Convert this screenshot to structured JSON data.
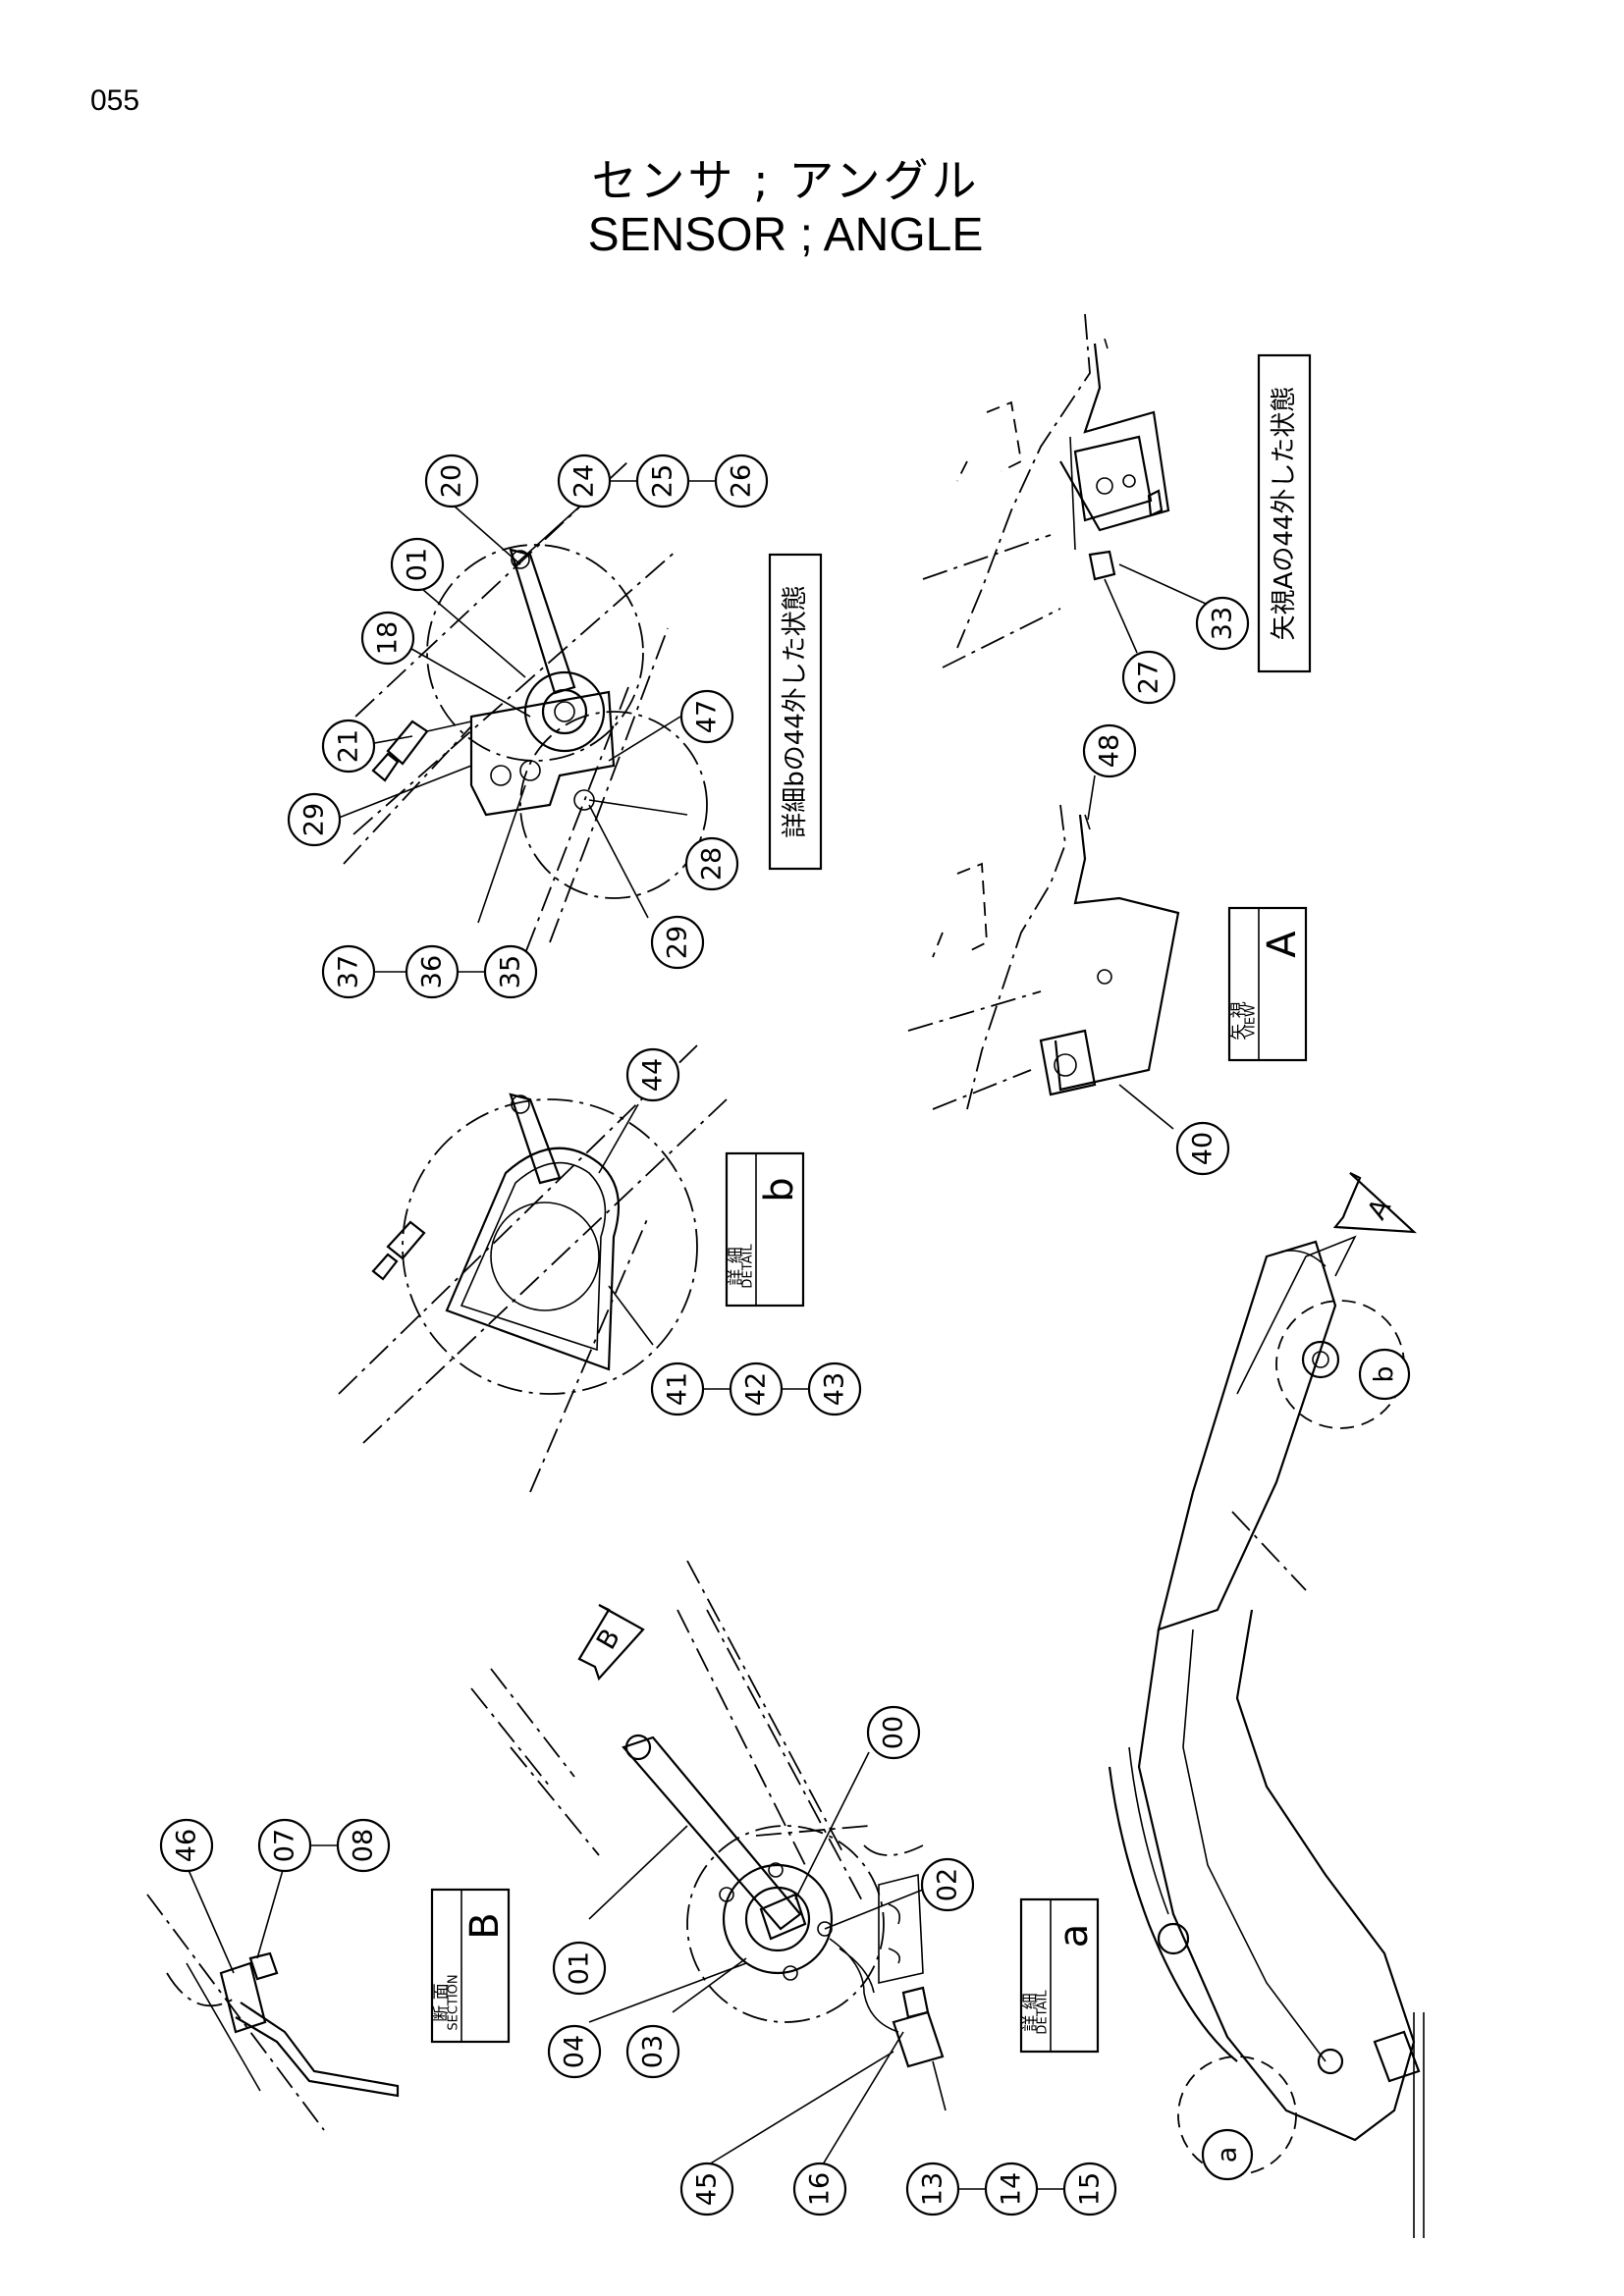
{
  "page_number": "055",
  "title_jp": "センサ ; アングル",
  "title_en": "SENSOR ; ANGLE",
  "callouts": [
    "20",
    "24",
    "25",
    "26",
    "01",
    "18",
    "47",
    "21",
    "29",
    "28",
    "29",
    "37",
    "36",
    "35",
    "33",
    "27",
    "48",
    "40",
    "44",
    "41",
    "42",
    "43",
    "00",
    "02",
    "01",
    "03",
    "04",
    "45",
    "16",
    "13",
    "14",
    "15",
    "46",
    "07",
    "08"
  ],
  "labels": {
    "detail_b_state": "詳細bの44外した状態",
    "view_a_state": "矢視Aの44外した状態",
    "view_a_jp": "矢 視",
    "view_a_en": "VIEW",
    "view_a_letter": "A",
    "detail_b_jp": "詳 細",
    "detail_b_en": "DETAIL",
    "detail_b_letter": "b",
    "section_b_jp": "断 面",
    "section_b_en": "SECTION",
    "section_b_letter": "B",
    "detail_a_jp": "詳 細",
    "detail_a_en": "DETAIL",
    "detail_a_letter": "a",
    "arrow_a": "A",
    "arrow_b": "B",
    "circle_a": "a",
    "circle_b": "b"
  }
}
